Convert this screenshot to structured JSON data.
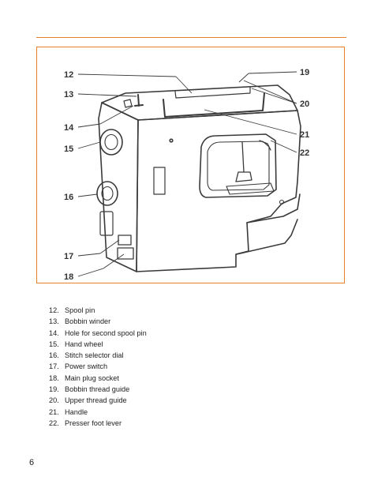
{
  "figure": {
    "callouts": [
      "12",
      "13",
      "14",
      "15",
      "16",
      "17",
      "18",
      "19",
      "20",
      "21",
      "22"
    ]
  },
  "legend": [
    {
      "num": "12.",
      "text": "Spool pin"
    },
    {
      "num": "13.",
      "text": "Bobbin winder"
    },
    {
      "num": "14.",
      "text": "Hole for second spool pin"
    },
    {
      "num": "15.",
      "text": "Hand wheel"
    },
    {
      "num": "16.",
      "text": "Stitch selector dial"
    },
    {
      "num": "17.",
      "text": "Power switch"
    },
    {
      "num": "18.",
      "text": "Main plug socket"
    },
    {
      "num": "19.",
      "text": "Bobbin thread guide"
    },
    {
      "num": "20.",
      "text": "Upper thread guide"
    },
    {
      "num": "21.",
      "text": "Handle"
    },
    {
      "num": "22.",
      "text": "Presser foot lever"
    }
  ],
  "page_number": "6"
}
